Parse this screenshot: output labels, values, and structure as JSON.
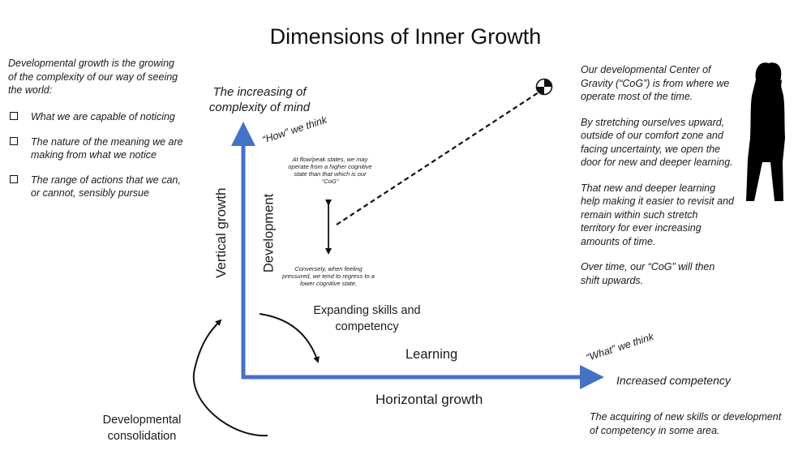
{
  "title": "Dimensions of Inner Growth",
  "left_panel": {
    "intro": "Developmental growth is the growing of the complexity of our way of seeing the world:",
    "bullets": [
      "What we are capable of noticing",
      "The nature of the meaning we are making from what we notice",
      "The range of actions that we can, or cannot, sensibly pursue"
    ]
  },
  "vertical_axis": {
    "top_label": "The increasing of complexity of mind",
    "how_label": "“How” we think",
    "growth_label": "Vertical growth",
    "development_label": "Development"
  },
  "horizontal_axis": {
    "end_label": "Increased competency",
    "what_label": "“What” we think",
    "growth_label": "Horizontal growth",
    "learning_label": "Learning",
    "note": "The acquiring of new skills or development of competency in some area."
  },
  "cog_notes": {
    "upper": "At flow/peak states, we may operate from a higher cognitive state than that which is our “CoG”",
    "lower": "Conversely, when feeling pressured, we tend to regress to a lower cognitive state."
  },
  "cycle_labels": {
    "expanding": "Expanding skills and competency",
    "consolidation": "Developmental consolidation"
  },
  "right_panel": {
    "paragraphs": [
      "Our developmental Center of Gravity (“CoG”) is from where we operate most of the time.",
      "By stretching ourselves upward, outside of our comfort zone and facing uncertainty, we open the door for new and deeper learning.",
      "That new and deeper learning help making it easier to revisit and remain within such stretch territory for ever increasing amounts of time.",
      "Over time, our “CoG” will then shift upwards."
    ]
  },
  "colors": {
    "axis": "#4472c4",
    "text": "#1a1a1a",
    "figure": "#000000"
  },
  "icons": [
    "center-of-gravity-symbol",
    "person-silhouette-icon"
  ]
}
